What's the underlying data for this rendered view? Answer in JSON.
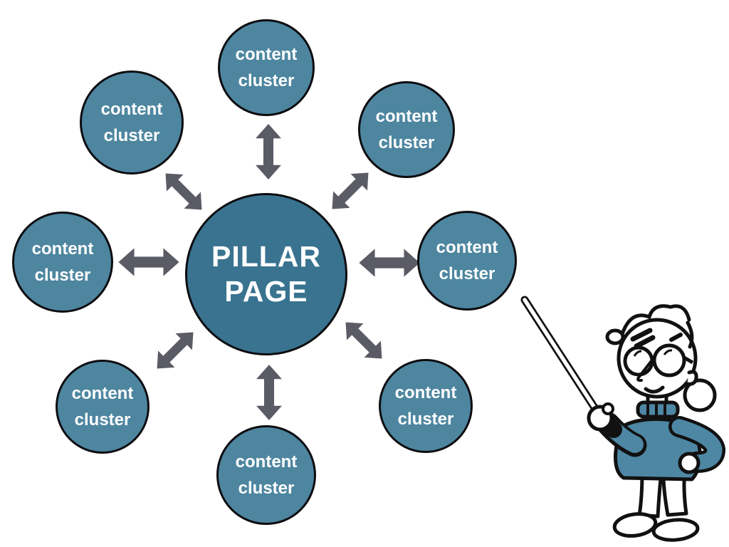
{
  "colors": {
    "center_fill": "#397390",
    "cluster_fill": "#4E86A0",
    "node_border": "#0D0D11",
    "arrow": "#5B5B66",
    "label_text": "#FFFFFF",
    "sweater": "#4E87A3",
    "line": "#111111"
  },
  "diagram": {
    "center": {
      "line1": "PILLAR",
      "line2": "PAGE"
    },
    "clusters": [
      {
        "position": "top",
        "line1": "content",
        "line2": "cluster"
      },
      {
        "position": "top-left",
        "line1": "content",
        "line2": "cluster"
      },
      {
        "position": "top-right",
        "line1": "content",
        "line2": "cluster"
      },
      {
        "position": "left",
        "line1": "content",
        "line2": "cluster"
      },
      {
        "position": "right",
        "line1": "content",
        "line2": "cluster"
      },
      {
        "position": "bottom-left",
        "line1": "content",
        "line2": "cluster"
      },
      {
        "position": "bottom-right",
        "line1": "content",
        "line2": "cluster"
      },
      {
        "position": "bottom",
        "line1": "content",
        "line2": "cluster"
      }
    ],
    "arrow_style": "double-headed",
    "arrow_positions": [
      "top",
      "top-left",
      "top-right",
      "left",
      "right",
      "bottom-left",
      "bottom-right",
      "bottom"
    ]
  },
  "character": {
    "icon": "presenter-with-pointer-icon"
  }
}
